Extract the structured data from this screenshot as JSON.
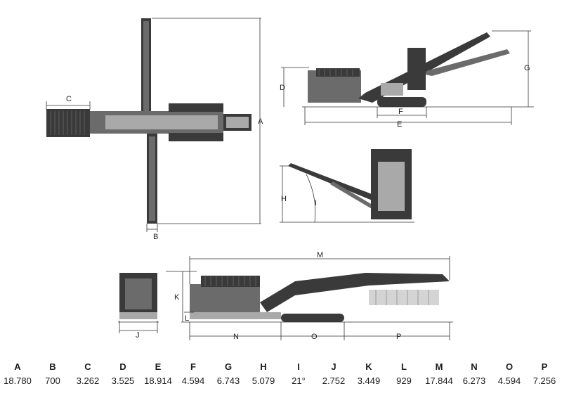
{
  "dimension_labels": {
    "A": "A",
    "B": "B",
    "C": "C",
    "D": "D",
    "E": "E",
    "F": "F",
    "G": "G",
    "H": "H",
    "I": "I",
    "J": "J",
    "K": "K",
    "L": "L",
    "M": "M",
    "N": "N",
    "O": "O",
    "P": "P"
  },
  "specs": [
    {
      "letter": "A",
      "value": "18.780"
    },
    {
      "letter": "B",
      "value": "700"
    },
    {
      "letter": "C",
      "value": "3.262"
    },
    {
      "letter": "D",
      "value": "3.525"
    },
    {
      "letter": "E",
      "value": "18.914"
    },
    {
      "letter": "F",
      "value": "4.594"
    },
    {
      "letter": "G",
      "value": "6.743"
    },
    {
      "letter": "H",
      "value": "5.079"
    },
    {
      "letter": "I",
      "value": "21°"
    },
    {
      "letter": "J",
      "value": "2.752"
    },
    {
      "letter": "K",
      "value": "3.449"
    },
    {
      "letter": "L",
      "value": "929"
    },
    {
      "letter": "M",
      "value": "17.844"
    },
    {
      "letter": "N",
      "value": "6.273"
    },
    {
      "letter": "O",
      "value": "4.594"
    },
    {
      "letter": "P",
      "value": "7.256"
    }
  ]
}
